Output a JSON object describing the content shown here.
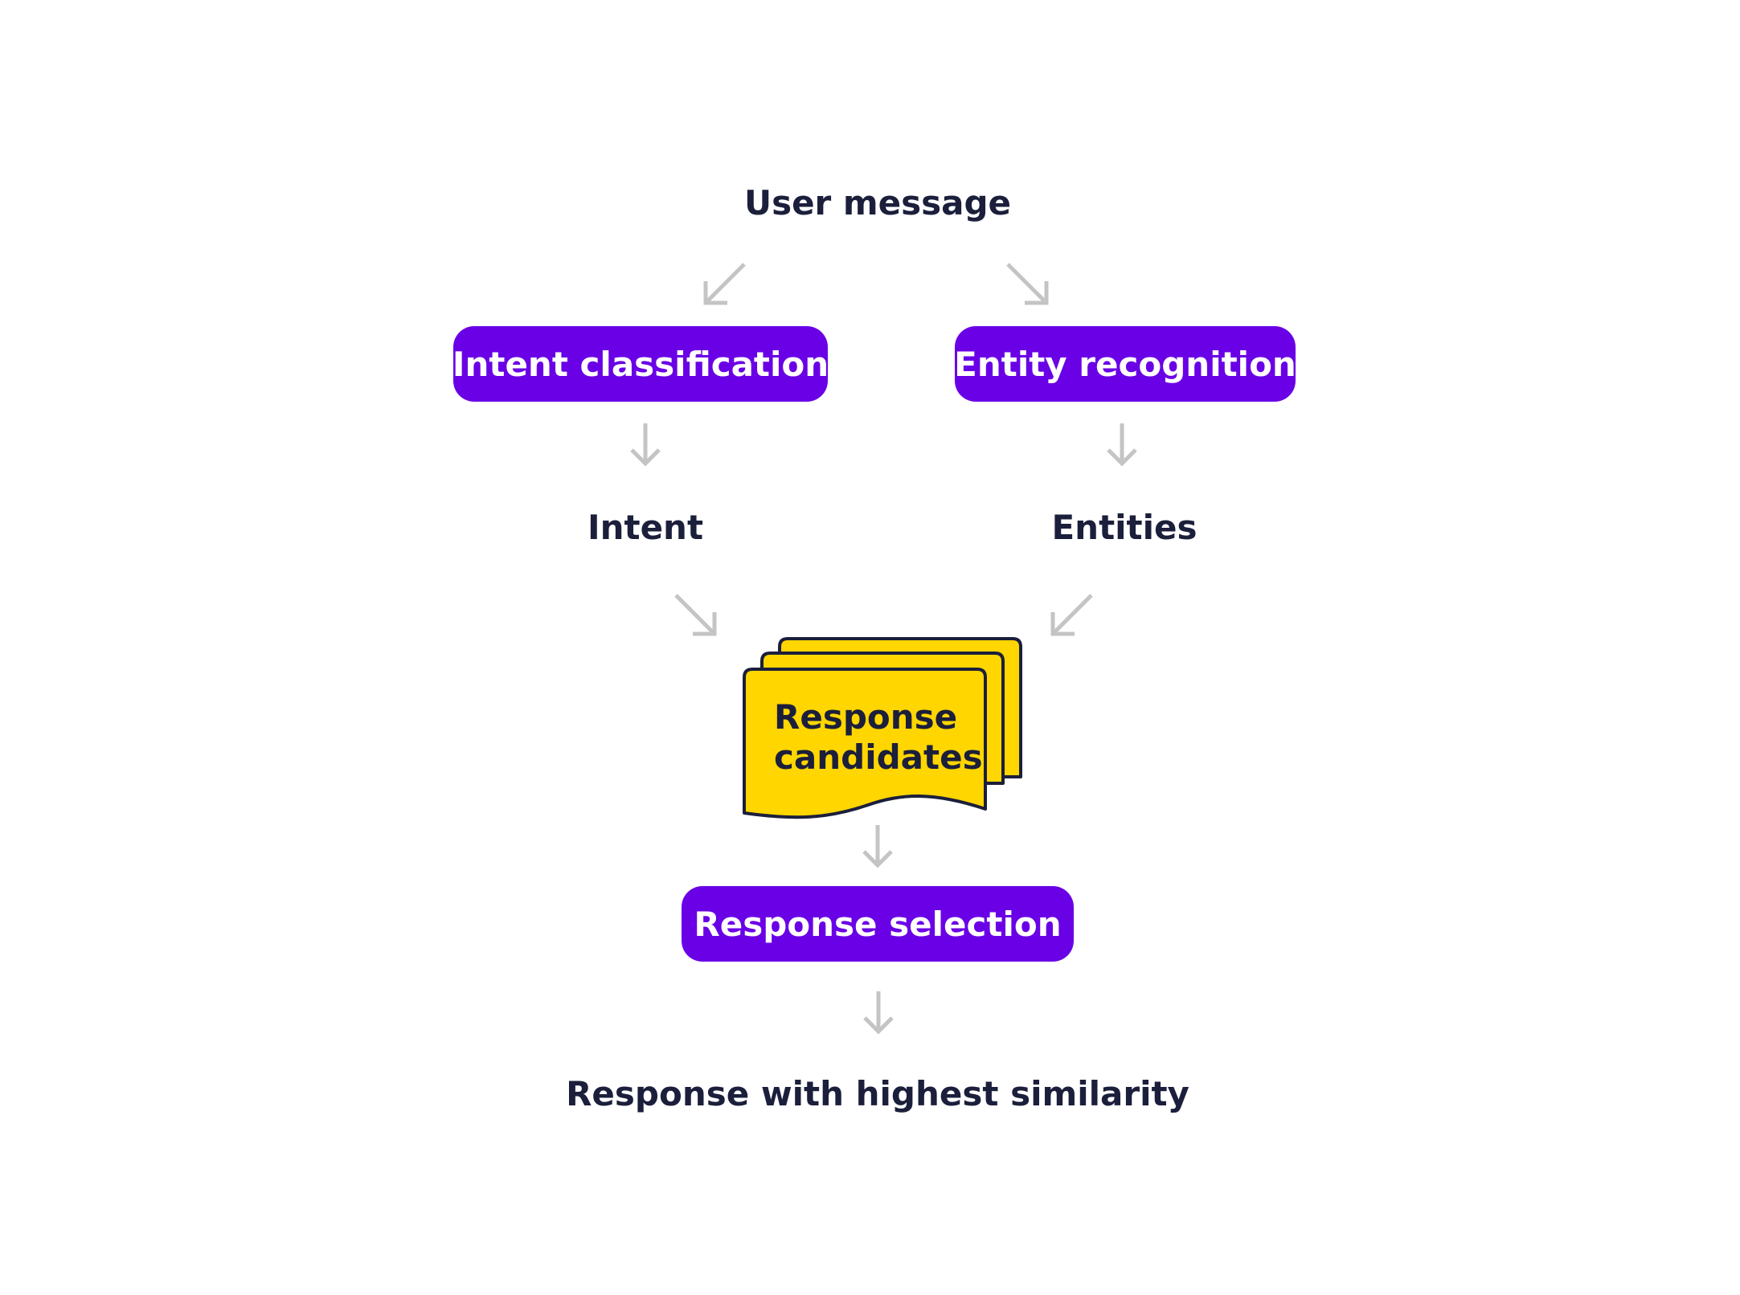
{
  "diagram": {
    "user_message": "User message",
    "intent_classification": "Intent classification",
    "entity_recognition": "Entity recognition",
    "intent": "Intent",
    "entities": "Entities",
    "response_candidates_line1": "Response",
    "response_candidates_line2": "candidates",
    "response_selection": "Response selection",
    "response_output": "Response with highest similarity"
  },
  "colors": {
    "box_fill": "#6a00e6",
    "box_text": "#ffffff",
    "card_fill": "#ffd600",
    "card_stroke": "#1b1f3b",
    "arrow": "#c4c4c4",
    "text": "#1b1f3b"
  }
}
